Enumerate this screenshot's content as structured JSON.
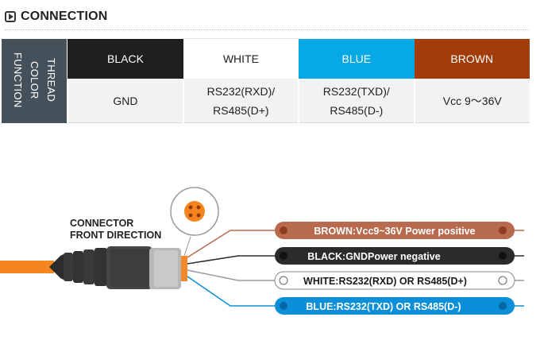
{
  "section": {
    "title": "CONNECTION"
  },
  "table": {
    "header": {
      "thread": "THREAD",
      "color": "COLOR",
      "function": "FUNCTION"
    },
    "colors": [
      "BLACK",
      "WHITE",
      "BLUE",
      "BROWN"
    ],
    "functions": [
      [
        "GND"
      ],
      [
        "RS232(RXD)/",
        "RS485(D+)"
      ],
      [
        "RS232(TXD)/",
        "RS485(D-)"
      ],
      [
        "Vcc 9～36V"
      ]
    ]
  },
  "diagram": {
    "caption": [
      "CONNECTOR",
      "FRONT DIRECTION"
    ],
    "wires": [
      {
        "label": "BROWN:Vcc9~36V Power positive",
        "color": "#b86a4e"
      },
      {
        "label": "BLACK:GNDPower negative",
        "color": "#2b2b2b"
      },
      {
        "label": "WHITE:RS232(RXD) OR RS485(D+)",
        "color": "#ffffff"
      },
      {
        "label": "BLUE:RS232(TXD) OR RS485(D-)",
        "color": "#0a8fd8"
      }
    ],
    "cable_color": "#f5841f"
  }
}
